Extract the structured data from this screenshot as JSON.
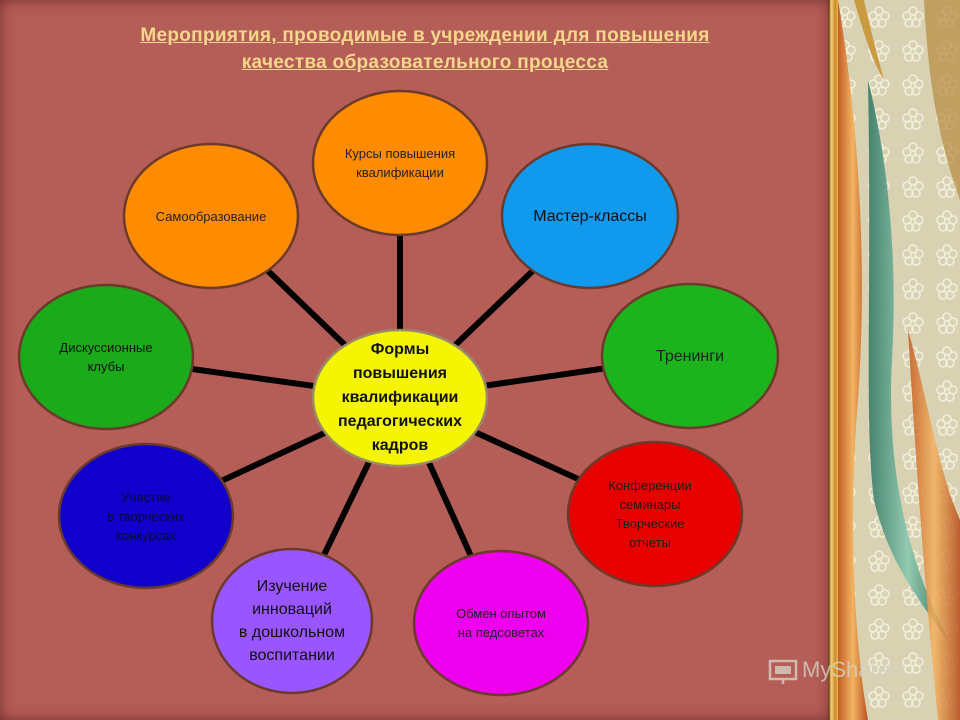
{
  "title": {
    "line1": "Мероприятия, проводимые в учреждении для повышения",
    "line2": "качества образовательного процесса"
  },
  "diagram": {
    "center": {
      "label": "Формы\nповышения\nквалификации\nпедагогических\nкадров",
      "color": "#f5f500"
    },
    "nodes": [
      {
        "id": "kursy",
        "label": "Курсы повышения\nквалификации",
        "color": "#ff8c00",
        "text_color": "#222222"
      },
      {
        "id": "master",
        "label": "Мастер-классы",
        "color": "#1199ee",
        "text_color": "#111111"
      },
      {
        "id": "treningi",
        "label": "Тренинги",
        "color": "#1db31d",
        "text_color": "#222222"
      },
      {
        "id": "konferencii",
        "label": "Конференции\nсеминары\nТворческие\nотчеты",
        "color": "#e80000",
        "text_color": "#1a1a1a"
      },
      {
        "id": "obmen",
        "label": "Обмен опытом\nна педсоветах",
        "color": "#ee00ee",
        "text_color": "#222222"
      },
      {
        "id": "izuchenie",
        "label": "Изучение\nинноваций\nв дошкольном\nвоспитании",
        "color": "#9955ff",
        "text_color": "#111111"
      },
      {
        "id": "uchastie",
        "label": "Участие\nв творческих\nконкурсах",
        "color": "#1100cc",
        "text_color": "#0a0a30"
      },
      {
        "id": "diskussii",
        "label": "Дискуссионные\nклубы",
        "color": "#1aaa1a",
        "text_color": "#111111"
      },
      {
        "id": "samoobr",
        "label": "Самообразование",
        "color": "#ff8c00",
        "text_color": "#222222"
      }
    ]
  },
  "watermark": {
    "text": "MyShared"
  }
}
